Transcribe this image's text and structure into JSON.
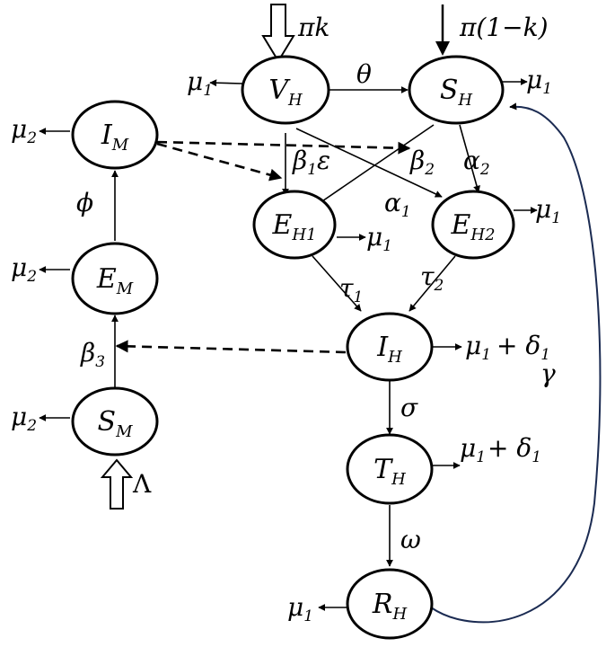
{
  "nodes": {
    "VH": {
      "symbol": "V",
      "sub": "H"
    },
    "SH": {
      "symbol": "S",
      "sub": "H"
    },
    "IM": {
      "symbol": "I",
      "sub": "M"
    },
    "EH1": {
      "symbol": "E",
      "sub": "H1"
    },
    "EH2": {
      "symbol": "E",
      "sub": "H2"
    },
    "EM": {
      "symbol": "E",
      "sub": "M"
    },
    "IH": {
      "symbol": "I",
      "sub": "H"
    },
    "SM": {
      "symbol": "S",
      "sub": "M"
    },
    "TH": {
      "symbol": "T",
      "sub": "H"
    },
    "RH": {
      "symbol": "R",
      "sub": "H"
    }
  },
  "inflows": {
    "pi_k": "πk",
    "pi_one_minus_k": "π(1−k)",
    "lambda": "Λ"
  },
  "rates": {
    "mu": "μ",
    "mu1_sub": "1",
    "mu2_sub": "2",
    "delta1_plus": "+ δ",
    "delta1_sub": "1",
    "theta": "θ",
    "phi": "ϕ",
    "beta": "β",
    "beta1_sub": "1",
    "beta2_sub": "2",
    "beta3_sub": "3",
    "epsilon": "ε",
    "alpha": "α",
    "alpha1_sub": "1",
    "alpha2_sub": "2",
    "tau": "τ",
    "tau1_sub": "1",
    "tau2_sub": "2",
    "sigma": "σ",
    "omega": "ω",
    "gamma": "γ"
  }
}
